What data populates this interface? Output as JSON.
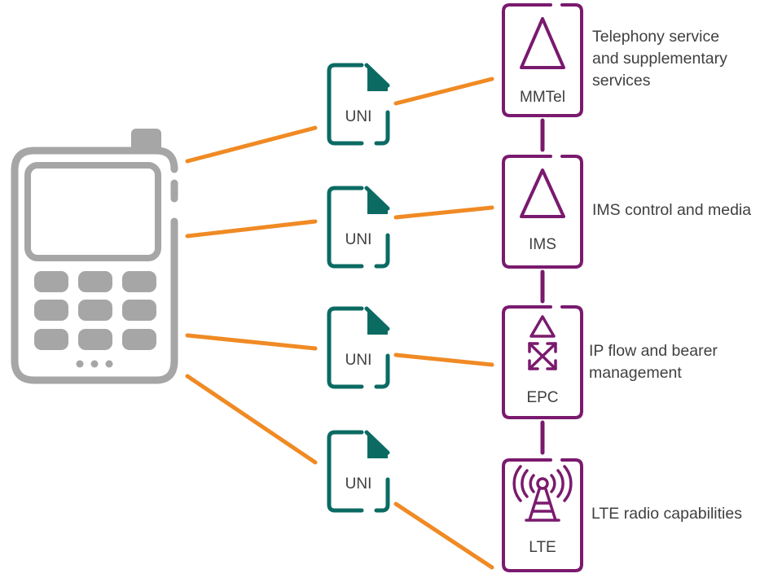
{
  "colors": {
    "phone": "#a6a6a6",
    "connector": "#f08a24",
    "uni": "#0b6b63",
    "node": "#7a1a6e",
    "text": "#404040"
  },
  "uni_docs": [
    {
      "label": "UNI"
    },
    {
      "label": "UNI"
    },
    {
      "label": "UNI"
    },
    {
      "label": "UNI"
    }
  ],
  "nodes": [
    {
      "label": "MMTel",
      "icon": "triangle-icon"
    },
    {
      "label": "IMS",
      "icon": "triangle-icon"
    },
    {
      "label": "EPC",
      "icon": "epc-arrows-icon"
    },
    {
      "label": "LTE",
      "icon": "radio-tower-icon"
    }
  ],
  "descriptions": [
    {
      "lines": [
        "Telephony service",
        "and supplementary",
        "services"
      ]
    },
    {
      "lines": [
        "IMS control and media"
      ]
    },
    {
      "lines": [
        "IP flow and bearer",
        "management"
      ]
    },
    {
      "lines": [
        "LTE radio capabilities"
      ]
    }
  ]
}
